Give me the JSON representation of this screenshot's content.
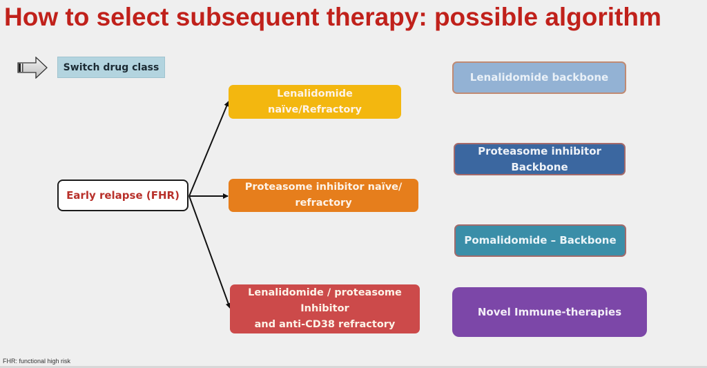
{
  "title": "How to select subsequent therapy: possible algorithm",
  "legend": {
    "icon": "right-arrow-icon",
    "label": "Switch drug class"
  },
  "source_node": {
    "label": "Early relapse (FHR)"
  },
  "branches": [
    {
      "label": "Lenalidomide\nnaïve/Refractory",
      "color": "#f3b70f"
    },
    {
      "label": "Proteasome inhibitor naïve/\nrefractory",
      "color": "#e67e1c"
    },
    {
      "label": "Lenalidomide / proteasome\nInhibitor\nand anti-CD38 refractory",
      "color": "#cc4a4a"
    }
  ],
  "options": [
    {
      "label": "Lenalidomide backbone",
      "color": "#93b2d4"
    },
    {
      "label": "Proteasome inhibitor\nBackbone",
      "color": "#3b67a0"
    },
    {
      "label": "Pomalidomide – Backbone",
      "color": "#3a8ea8"
    },
    {
      "label": "Novel Immune-therapies",
      "color": "#7c47a8"
    }
  ],
  "footnote": "FHR: functional high risk",
  "colors": {
    "title": "#c0211b",
    "background": "#efefef",
    "source_text": "#b8302a"
  }
}
